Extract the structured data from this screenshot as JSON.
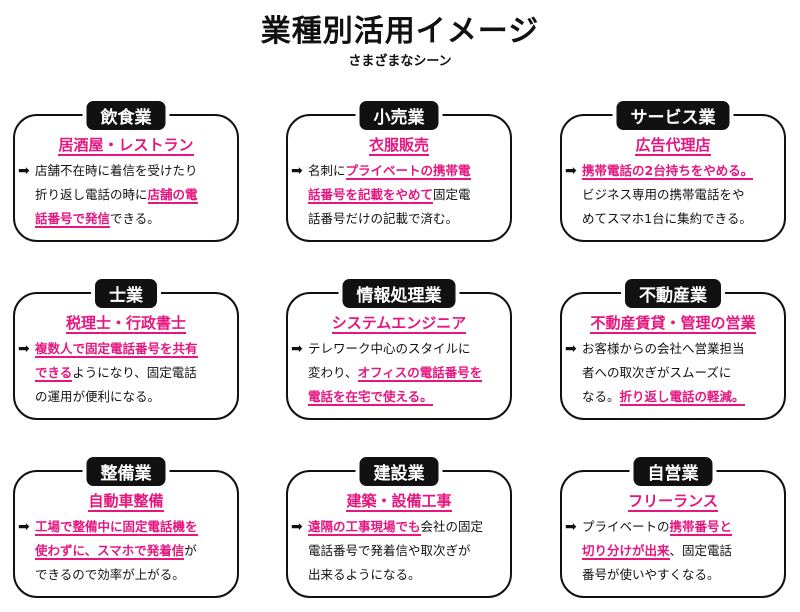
{
  "header": {
    "title": "業種別活用イメージ",
    "subtitle": "さまざまなシーン"
  },
  "colors": {
    "accent": "#e5177f",
    "tab": "#111111"
  },
  "arrow_icon": "right-arrow",
  "cards": [
    {
      "category": "飲食業",
      "subtitle": "居酒屋・レストラン",
      "lines": [
        [
          {
            "t": "店舗不在時に着信を受けたり",
            "hl": false
          }
        ],
        [
          {
            "t": "折り返し電話の時に",
            "hl": false
          },
          {
            "t": "店舗の電",
            "hl": true
          }
        ],
        [
          {
            "t": "話番号で発信",
            "hl": true
          },
          {
            "t": "できる。",
            "hl": false
          }
        ]
      ]
    },
    {
      "category": "小売業",
      "subtitle": "衣服販売",
      "lines": [
        [
          {
            "t": "名刺に",
            "hl": false
          },
          {
            "t": "プライベートの携帯電",
            "hl": true
          }
        ],
        [
          {
            "t": "話番号を記載をやめて",
            "hl": true
          },
          {
            "t": "固定電",
            "hl": false
          }
        ],
        [
          {
            "t": "話番号だけの記載で済む。",
            "hl": false
          }
        ]
      ]
    },
    {
      "category": "サービス業",
      "subtitle": "広告代理店",
      "lines": [
        [
          {
            "t": "携帯電話の2台持ちをやめる。",
            "hl": true
          }
        ],
        [
          {
            "t": "ビジネス専用の携帯電話をや",
            "hl": false
          }
        ],
        [
          {
            "t": "めてスマホ1台に集約できる。",
            "hl": false
          }
        ]
      ]
    },
    {
      "category": "士業",
      "subtitle": "税理士・行政書士",
      "lines": [
        [
          {
            "t": "複数人で固定電話番号を共有",
            "hl": true
          }
        ],
        [
          {
            "t": "できる",
            "hl": true
          },
          {
            "t": "ようになり、固定電話",
            "hl": false
          }
        ],
        [
          {
            "t": "の運用が便利になる。",
            "hl": false
          }
        ]
      ]
    },
    {
      "category": "情報処理業",
      "subtitle": "システムエンジニア",
      "lines": [
        [
          {
            "t": "テレワーク中心のスタイルに",
            "hl": false
          }
        ],
        [
          {
            "t": "変わり、",
            "hl": false
          },
          {
            "t": "オフィスの電話番号を",
            "hl": true
          }
        ],
        [
          {
            "t": "電話を在宅で使える。",
            "hl": true
          }
        ]
      ]
    },
    {
      "category": "不動産業",
      "subtitle": "不動産賃貸・管理の営業",
      "lines": [
        [
          {
            "t": "お客様からの会社へ営業担当",
            "hl": false
          }
        ],
        [
          {
            "t": "者への取次ぎがスムーズに",
            "hl": false
          }
        ],
        [
          {
            "t": "なる。",
            "hl": false
          },
          {
            "t": "折り返し電話の軽減。",
            "hl": true
          }
        ]
      ]
    },
    {
      "category": "整備業",
      "subtitle": "自動車整備",
      "lines": [
        [
          {
            "t": "工場で整備中に固定電話機を",
            "hl": true
          }
        ],
        [
          {
            "t": "使わずに、スマホで発着信",
            "hl": true
          },
          {
            "t": "が",
            "hl": false
          }
        ],
        [
          {
            "t": "できるので効率が上がる。",
            "hl": false
          }
        ]
      ]
    },
    {
      "category": "建設業",
      "subtitle": "建築・設備工事",
      "lines": [
        [
          {
            "t": "遠隔の工事現場でも",
            "hl": true
          },
          {
            "t": "会社の固定",
            "hl": false
          }
        ],
        [
          {
            "t": "電話番号で発着信や取次ぎが",
            "hl": false
          }
        ],
        [
          {
            "t": "出来るようになる。",
            "hl": false
          }
        ]
      ]
    },
    {
      "category": "自営業",
      "subtitle": "フリーランス",
      "lines": [
        [
          {
            "t": "プライベートの",
            "hl": false
          },
          {
            "t": "携帯番号と",
            "hl": true
          }
        ],
        [
          {
            "t": "切り分けが出来",
            "hl": true
          },
          {
            "t": "、固定電話",
            "hl": false
          }
        ],
        [
          {
            "t": "番号が使いやすくなる。",
            "hl": false
          }
        ]
      ]
    }
  ]
}
